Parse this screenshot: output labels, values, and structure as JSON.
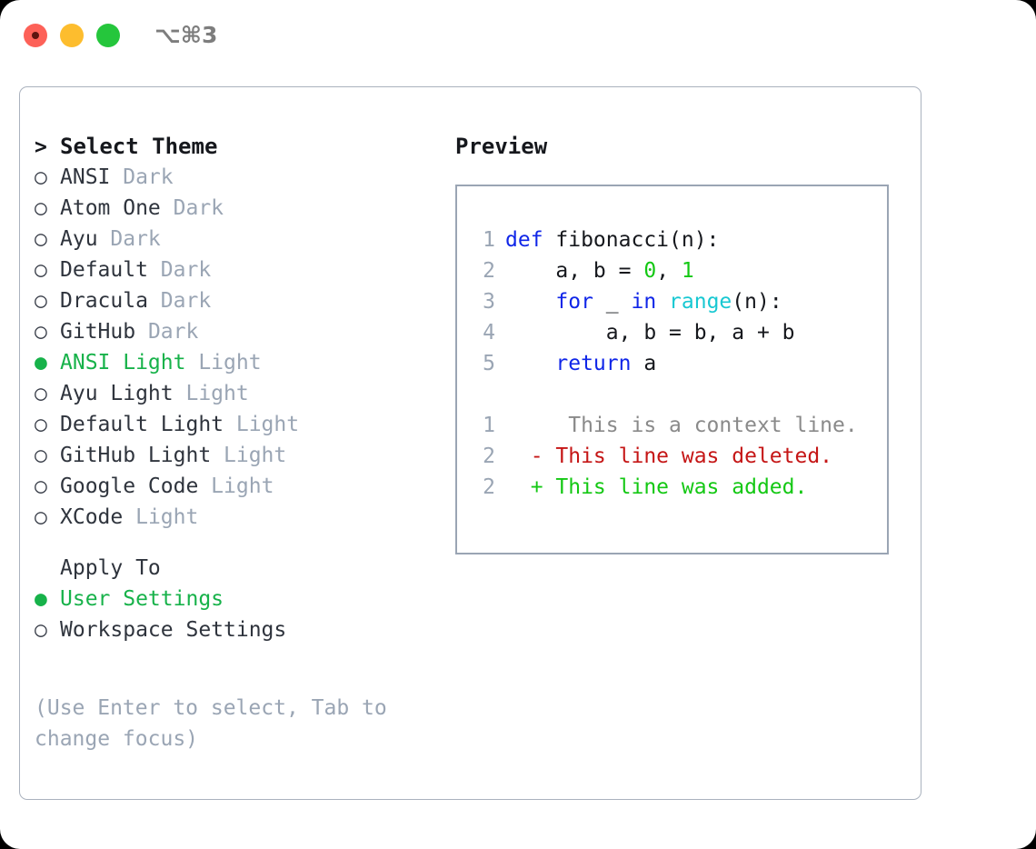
{
  "titlebar": {
    "shortcut": "⌥⌘3",
    "buttons": [
      "close",
      "minimize",
      "zoom"
    ]
  },
  "theme_panel": {
    "heading": {
      "marker": ">",
      "label": "Select Theme"
    },
    "items": [
      {
        "marker": "○",
        "name": "ANSI",
        "kind": "Dark",
        "selected": false
      },
      {
        "marker": "○",
        "name": "Atom One",
        "kind": "Dark",
        "selected": false
      },
      {
        "marker": "○",
        "name": "Ayu",
        "kind": "Dark",
        "selected": false
      },
      {
        "marker": "○",
        "name": "Default",
        "kind": "Dark",
        "selected": false
      },
      {
        "marker": "○",
        "name": "Dracula",
        "kind": "Dark",
        "selected": false
      },
      {
        "marker": "○",
        "name": "GitHub",
        "kind": "Dark",
        "selected": false
      },
      {
        "marker": "●",
        "name": "ANSI Light",
        "kind": "Light",
        "selected": true
      },
      {
        "marker": "○",
        "name": "Ayu Light",
        "kind": "Light",
        "selected": false
      },
      {
        "marker": "○",
        "name": "Default Light",
        "kind": "Light",
        "selected": false
      },
      {
        "marker": "○",
        "name": "GitHub Light",
        "kind": "Light",
        "selected": false
      },
      {
        "marker": "○",
        "name": "Google Code",
        "kind": "Light",
        "selected": false
      },
      {
        "marker": "○",
        "name": "XCode",
        "kind": "Light",
        "selected": false
      }
    ]
  },
  "apply_to": {
    "heading": "Apply To",
    "options": [
      {
        "marker": "●",
        "label": "User Settings",
        "selected": true
      },
      {
        "marker": "○",
        "label": "Workspace Settings",
        "selected": false
      }
    ]
  },
  "hint": "(Use Enter to select, Tab to change focus)",
  "preview": {
    "title": "Preview",
    "code_lines": [
      {
        "no": "1",
        "tokens": [
          {
            "t": "def",
            "c": "kw"
          },
          {
            "t": " fibonacci(n):",
            "c": "pl"
          }
        ]
      },
      {
        "no": "2",
        "tokens": [
          {
            "t": "    a, b = ",
            "c": "pl"
          },
          {
            "t": "0",
            "c": "num"
          },
          {
            "t": ", ",
            "c": "pl"
          },
          {
            "t": "1",
            "c": "num"
          }
        ]
      },
      {
        "no": "3",
        "tokens": [
          {
            "t": "    ",
            "c": "pl"
          },
          {
            "t": "for",
            "c": "kw"
          },
          {
            "t": " _ ",
            "c": "pl"
          },
          {
            "t": "in",
            "c": "kw"
          },
          {
            "t": " ",
            "c": "pl"
          },
          {
            "t": "range",
            "c": "fn"
          },
          {
            "t": "(n):",
            "c": "pl"
          }
        ]
      },
      {
        "no": "4",
        "tokens": [
          {
            "t": "        a, b = b, a + b",
            "c": "pl"
          }
        ]
      },
      {
        "no": "5",
        "tokens": [
          {
            "t": "    ",
            "c": "pl"
          },
          {
            "t": "return",
            "c": "kw"
          },
          {
            "t": " a",
            "c": "pl"
          }
        ]
      }
    ],
    "diff_lines": [
      {
        "no": "1",
        "marker": " ",
        "text": "  This is a context line.",
        "kind": "context"
      },
      {
        "no": "2",
        "marker": "-",
        "text": " This line was deleted.",
        "kind": "delete"
      },
      {
        "no": "2",
        "marker": "+",
        "text": " This line was added.",
        "kind": "add"
      }
    ]
  },
  "colors": {
    "accent_green": "#17b24a",
    "keyword_blue": "#1026e8",
    "function_cyan": "#18c8d2",
    "number_green": "#14c814",
    "diff_delete_red": "#c51616",
    "diff_add_green": "#14c814",
    "muted_gray": "#9aa5b4",
    "border_gray": "#aab2be"
  }
}
